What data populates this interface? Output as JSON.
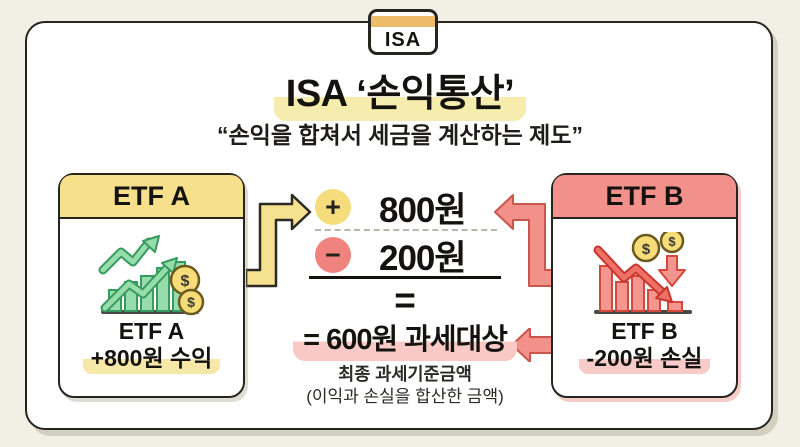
{
  "badge": {
    "label": "ISA"
  },
  "header": {
    "title": "ISA ‘손익통산’",
    "subtitle": "“손익을 합쳐서 세금을 계산하는 제도”"
  },
  "etf_a": {
    "header_label": "ETF A",
    "icon": "rising-chart-icon",
    "caption_line1": "ETF A",
    "caption_line2": "+800원 수익"
  },
  "etf_b": {
    "header_label": "ETF B",
    "icon": "falling-chart-icon",
    "caption_line1": "ETF B",
    "caption_line2": "-200원 손실"
  },
  "formula": {
    "plus_sign": "+",
    "plus_value": "800원",
    "minus_sign": "−",
    "minus_value": "200원",
    "equals_sign": "=",
    "result": "= 600원 과세대상",
    "note_line1": "최종 과세기준금액",
    "note_line2": "(이익과 손실을 합산한 금액)"
  },
  "colors": {
    "background": "#f2efe5",
    "card_border": "#26241e",
    "yellow_header": "#f6e08c",
    "yellow_accent": "#f5dd7b",
    "yellow_highlight": "#f6ecae",
    "pink_header": "#f2918b",
    "pink_accent": "#f0837e",
    "pink_highlight": "#f8c9c5",
    "badge_stripe": "#edbc6b",
    "green_icon": "#97dcab",
    "red_icon": "#f2968f",
    "coin_yellow": "#f7dd78"
  }
}
